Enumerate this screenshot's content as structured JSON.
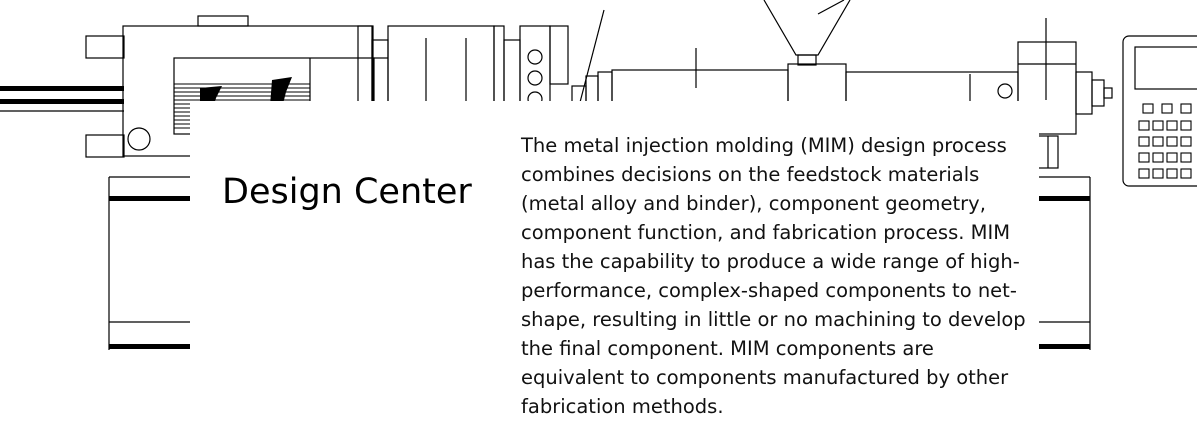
{
  "page": {
    "title": "Design Center",
    "intro": "The metal injection molding (MIM) design process combines decisions on the feedstock materials (metal alloy and binder), component geometry, component function, and fabrication process. MIM has the capability to produce a wide range of high-performance, complex-shaped components to net-shape, resulting in little or no machining to develop the final component. MIM components are equivalent to components manufactured by other fabrication methods."
  },
  "colors": {
    "background": "#ffffff",
    "ink": "#000000",
    "text": "#111111"
  },
  "illustration": {
    "subject": "injection-molding-machine-line-drawing",
    "icons": [
      "hopper-icon",
      "control-panel-icon",
      "keypad-icon",
      "screen-icon",
      "mold-clamp-icon"
    ]
  }
}
